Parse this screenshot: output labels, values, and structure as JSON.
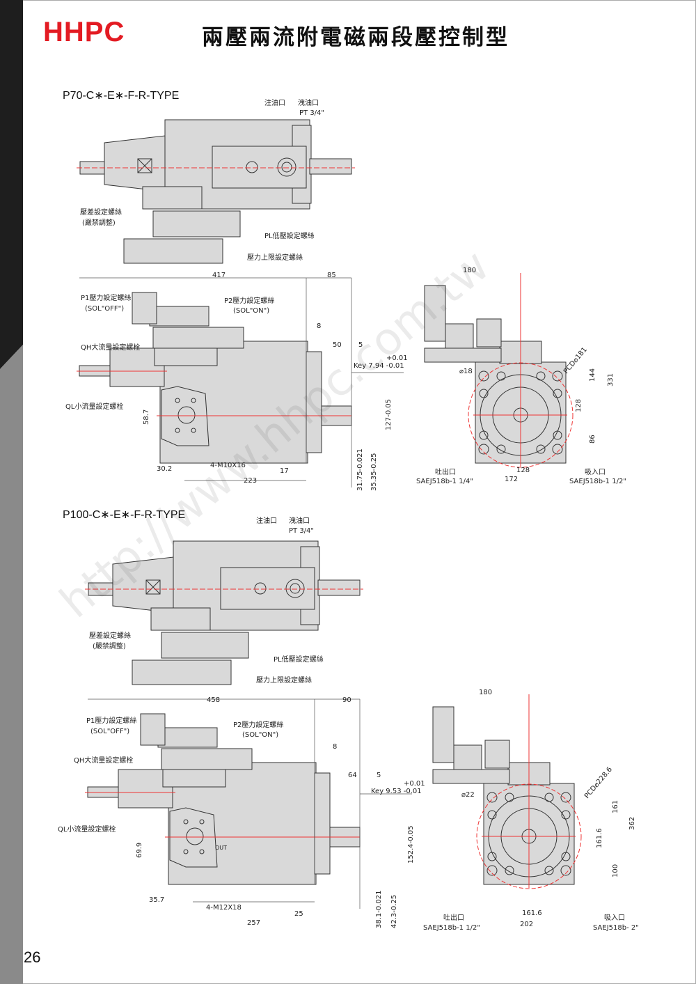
{
  "header": {
    "logo": "HHPC",
    "title": "兩壓兩流附電磁兩段壓控制型"
  },
  "watermark": "http://www.hhpc.com.tw",
  "page_number": "26",
  "sections": [
    {
      "type": "P70-C∗-E∗-F-R-TYPE",
      "top": {
        "inlet": "注油口",
        "drain": "洩油口",
        "drain_thread": "PT 3/4\"",
        "diff": "壓差設定螺絲",
        "diff_note": "(嚴禁調整)",
        "pl": "PL低壓設定螺絲",
        "max": "壓力上限設定螺絲"
      },
      "side": {
        "len": "417",
        "shaft_len": "85",
        "p1": "P1壓力設定螺絲",
        "p1_note": "(SOL\"OFF\")",
        "p2": "P2壓力設定螺絲",
        "p2_note": "(SOL\"ON\")",
        "d8": "8",
        "qh": "QH大流量設定螺栓",
        "d50": "50",
        "d5": "5",
        "key_tol": "+0.01",
        "key": "Key 7.94 -0.01",
        "ql": "QL小流量設定螺栓",
        "port": "58.7",
        "pilot": "127-0.05",
        "d30": "30.2",
        "bolt": "4-M10X16",
        "d17": "17",
        "d223": "223",
        "shaft_d": "31.75-0.021",
        "shaft_d2": "35.35-0.25"
      },
      "front": {
        "w": "180",
        "hole": "⌀18",
        "pcd": "PCD⌀181",
        "h144": "144",
        "h331": "331",
        "h128": "128",
        "h86": "86",
        "outlet": "吐出口",
        "outlet_spec": "SAEJ518b-1 1/4\"",
        "w128": "128",
        "w172": "172",
        "inlet": "吸入口",
        "inlet_spec": "SAEJ518b-1 1/2\""
      }
    },
    {
      "type": "P100-C∗-E∗-F-R-TYPE",
      "top": {
        "inlet": "注油口",
        "drain": "洩油口",
        "drain_thread": "PT 3/4\"",
        "diff": "壓差設定螺絲",
        "diff_note": "(嚴禁調整)",
        "pl": "PL低壓設定螺絲",
        "max": "壓力上限設定螺絲"
      },
      "side": {
        "len": "458",
        "shaft_len": "90",
        "p1": "P1壓力設定螺絲",
        "p1_note": "(SOL\"OFF\")",
        "p2": "P2壓力設定螺絲",
        "p2_note": "(SOL\"ON\")",
        "d8": "8",
        "qh": "QH大流量設定螺栓",
        "d50": "64",
        "d5": "5",
        "key_tol": "+0.01",
        "key": "Key 9.53 -0.01",
        "ql": "QL小流量設定螺栓",
        "out": "OUT",
        "port": "69.9",
        "pilot": "152.4-0.05",
        "d30": "35.7",
        "bolt": "4-M12X18",
        "d17": "25",
        "d223": "257",
        "shaft_d": "38.1-0.021",
        "shaft_d2": "42.3-0.25"
      },
      "front": {
        "w": "180",
        "hole": "⌀22",
        "pcd": "PCD⌀228.6",
        "h144": "161",
        "h331": "362",
        "h128": "161.6",
        "h86": "100",
        "outlet": "吐出口",
        "outlet_spec": "SAEJ518b-1 1/2\"",
        "w128": "161.6",
        "w172": "202",
        "inlet": "吸入口",
        "inlet_spec": "SAEJ518b- 2\""
      }
    }
  ],
  "colors": {
    "brand": "#e31b23",
    "body": "#d9d9d9",
    "center": "#e33"
  }
}
